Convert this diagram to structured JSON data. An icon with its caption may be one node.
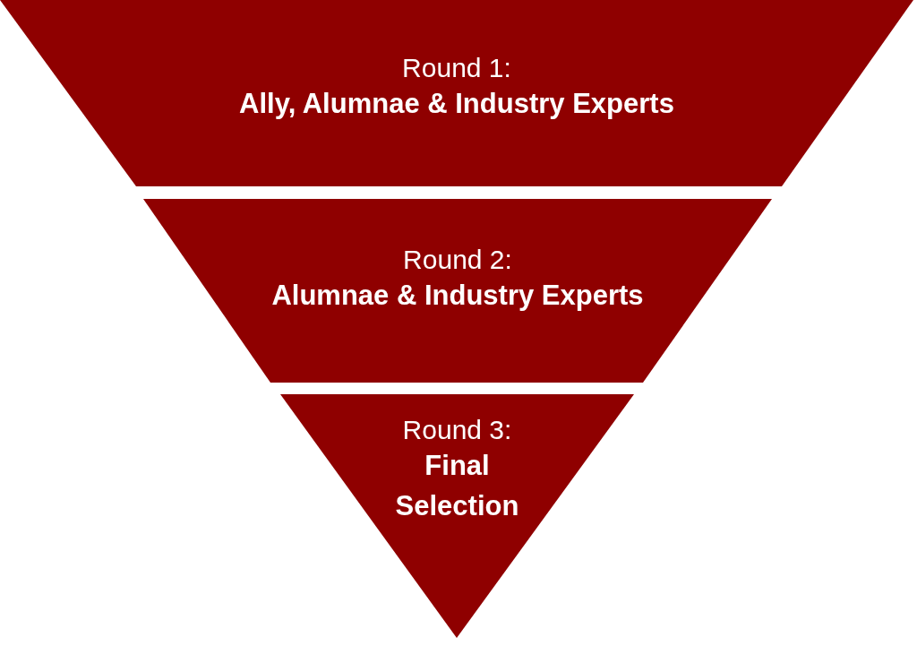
{
  "diagram": {
    "nodes": [
      {
        "text": [
          "Round 1:",
          "Ally, Alumnae & Industry Experts"
        ]
      },
      {
        "text": [
          "Round 2:",
          "Alumnae & Industry Experts"
        ]
      },
      {
        "text": [
          "Round 3:",
          "Final Selection"
        ]
      }
    ]
  }
}
